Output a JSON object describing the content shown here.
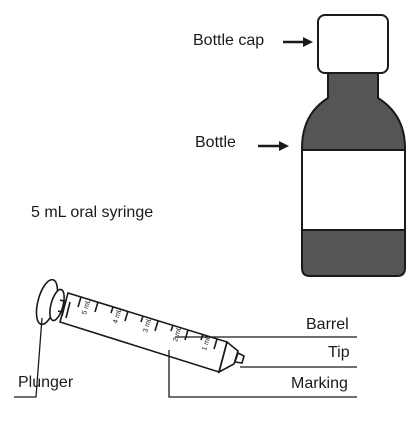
{
  "labels": {
    "bottle_cap": "Bottle cap",
    "bottle": "Bottle",
    "syringe_title": "5 mL oral syringe",
    "barrel": "Barrel",
    "tip": "Tip",
    "marking": "Marking",
    "plunger": "Plunger"
  },
  "syringe_scale": [
    "5 mL",
    "4 mL",
    "3 mL",
    "2 mL",
    "1 mL"
  ],
  "colors": {
    "outline": "#1a1a1a",
    "bottle_body": "#555555",
    "label_band": "#ffffff"
  }
}
